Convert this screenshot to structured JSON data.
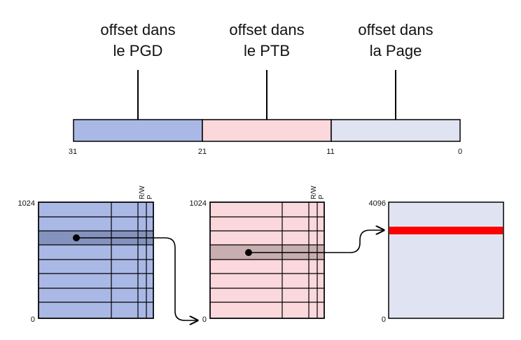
{
  "labels": {
    "pgd_line1": "offset dans",
    "pgd_line2": "le PGD",
    "ptb_line1": "offset dans",
    "ptb_line2": "le PTB",
    "page_line1": "offset dans",
    "page_line2": "la Page"
  },
  "bit_positions": [
    "31",
    "21",
    "11",
    "0"
  ],
  "tables": {
    "pgd": {
      "top": "1024",
      "bottom": "0",
      "col_rw": "R/W",
      "col_p": "P"
    },
    "ptb": {
      "top": "1024",
      "bottom": "0",
      "col_rw": "R/W",
      "col_p": "P"
    },
    "page": {
      "top": "4096",
      "bottom": "0"
    }
  },
  "colors": {
    "pgd": "#aab8e6",
    "pgd_highlight": "#8492be",
    "ptb": "#fad8dc",
    "ptb_highlight": "#c9aeb0",
    "page": "#e0e3f2",
    "page_mark": "#ff0000",
    "line": "#000000"
  }
}
